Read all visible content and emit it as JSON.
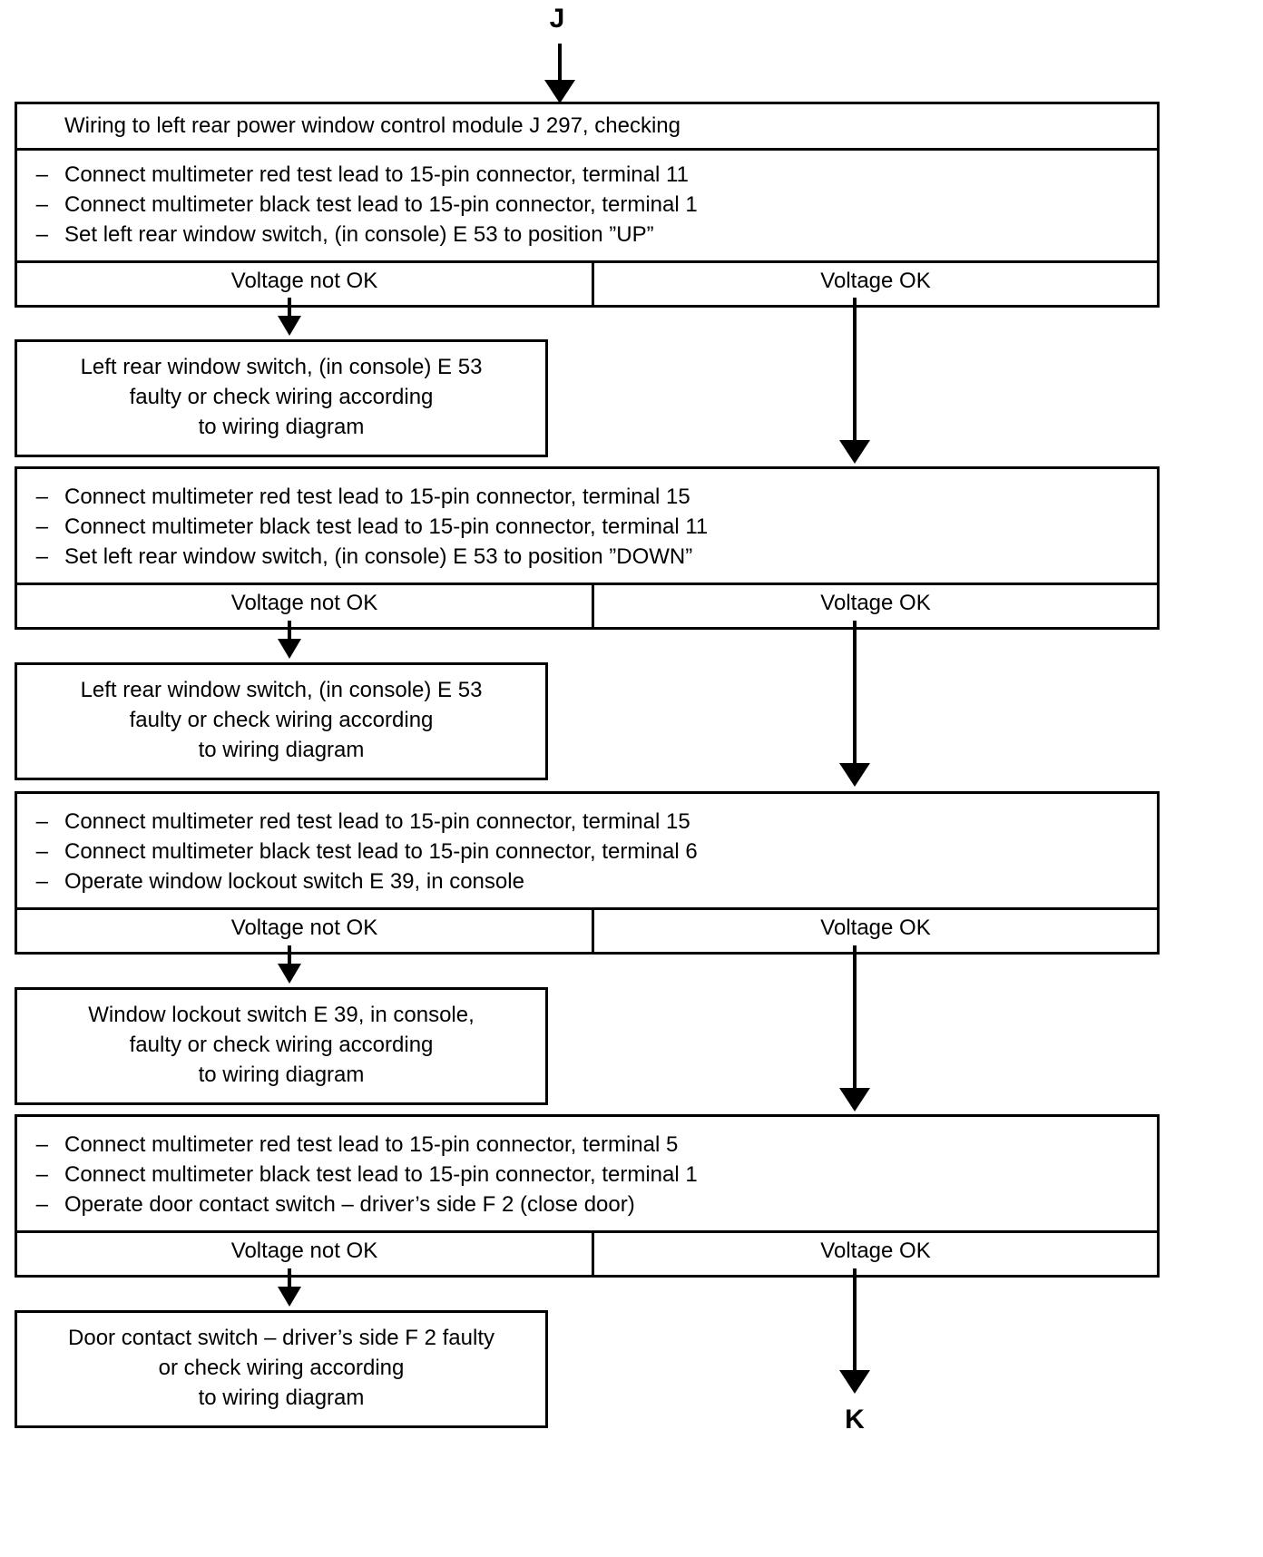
{
  "diagram": {
    "entry_label": "J",
    "exit_label": "K",
    "bullet_dash": "–",
    "outcome_not_ok": "Voltage not OK",
    "outcome_ok": "Voltage OK",
    "steps": [
      {
        "title": "Wiring to left rear power window control module J 297, checking",
        "bullets": [
          "Connect multimeter red test lead to 15-pin connector, terminal 11",
          "Connect multimeter black test lead to 15-pin connector, terminal 1",
          "Set left rear window switch, (in console) E 53 to position ”UP”"
        ],
        "not_ok": "Voltage not OK",
        "ok": "Voltage OK",
        "fault": [
          "Left rear window switch, (in console) E 53",
          "faulty or check wiring according",
          "to wiring diagram"
        ]
      },
      {
        "title": "",
        "bullets": [
          "Connect multimeter red test lead to 15-pin connector, terminal 15",
          "Connect multimeter black test lead to 15-pin connector, terminal 11",
          "Set left rear window switch, (in console) E 53 to position ”DOWN”"
        ],
        "not_ok": "Voltage not OK",
        "ok": "Voltage OK",
        "fault": [
          "Left rear window switch, (in console) E 53",
          "faulty or check wiring according",
          "to wiring diagram"
        ]
      },
      {
        "title": "",
        "bullets": [
          "Connect multimeter red test lead to 15-pin connector, terminal 15",
          "Connect multimeter black test lead to 15-pin connector, terminal 6",
          "Operate window lockout switch E 39, in console"
        ],
        "not_ok": "Voltage not OK",
        "ok": "Voltage OK",
        "fault": [
          "Window lockout switch E 39, in console,",
          "faulty or check wiring according",
          "to wiring diagram"
        ]
      },
      {
        "title": "",
        "bullets": [
          "Connect multimeter red test lead to 15-pin connector, terminal 5",
          "Connect multimeter black test lead to 15-pin connector, terminal 1",
          "Operate door contact switch – driver’s side F 2 (close door)"
        ],
        "not_ok": "Voltage not OK",
        "ok": "Voltage OK",
        "fault": [
          "Door contact switch – driver’s side F 2 faulty",
          "or check wiring according",
          "to wiring diagram"
        ]
      }
    ]
  }
}
